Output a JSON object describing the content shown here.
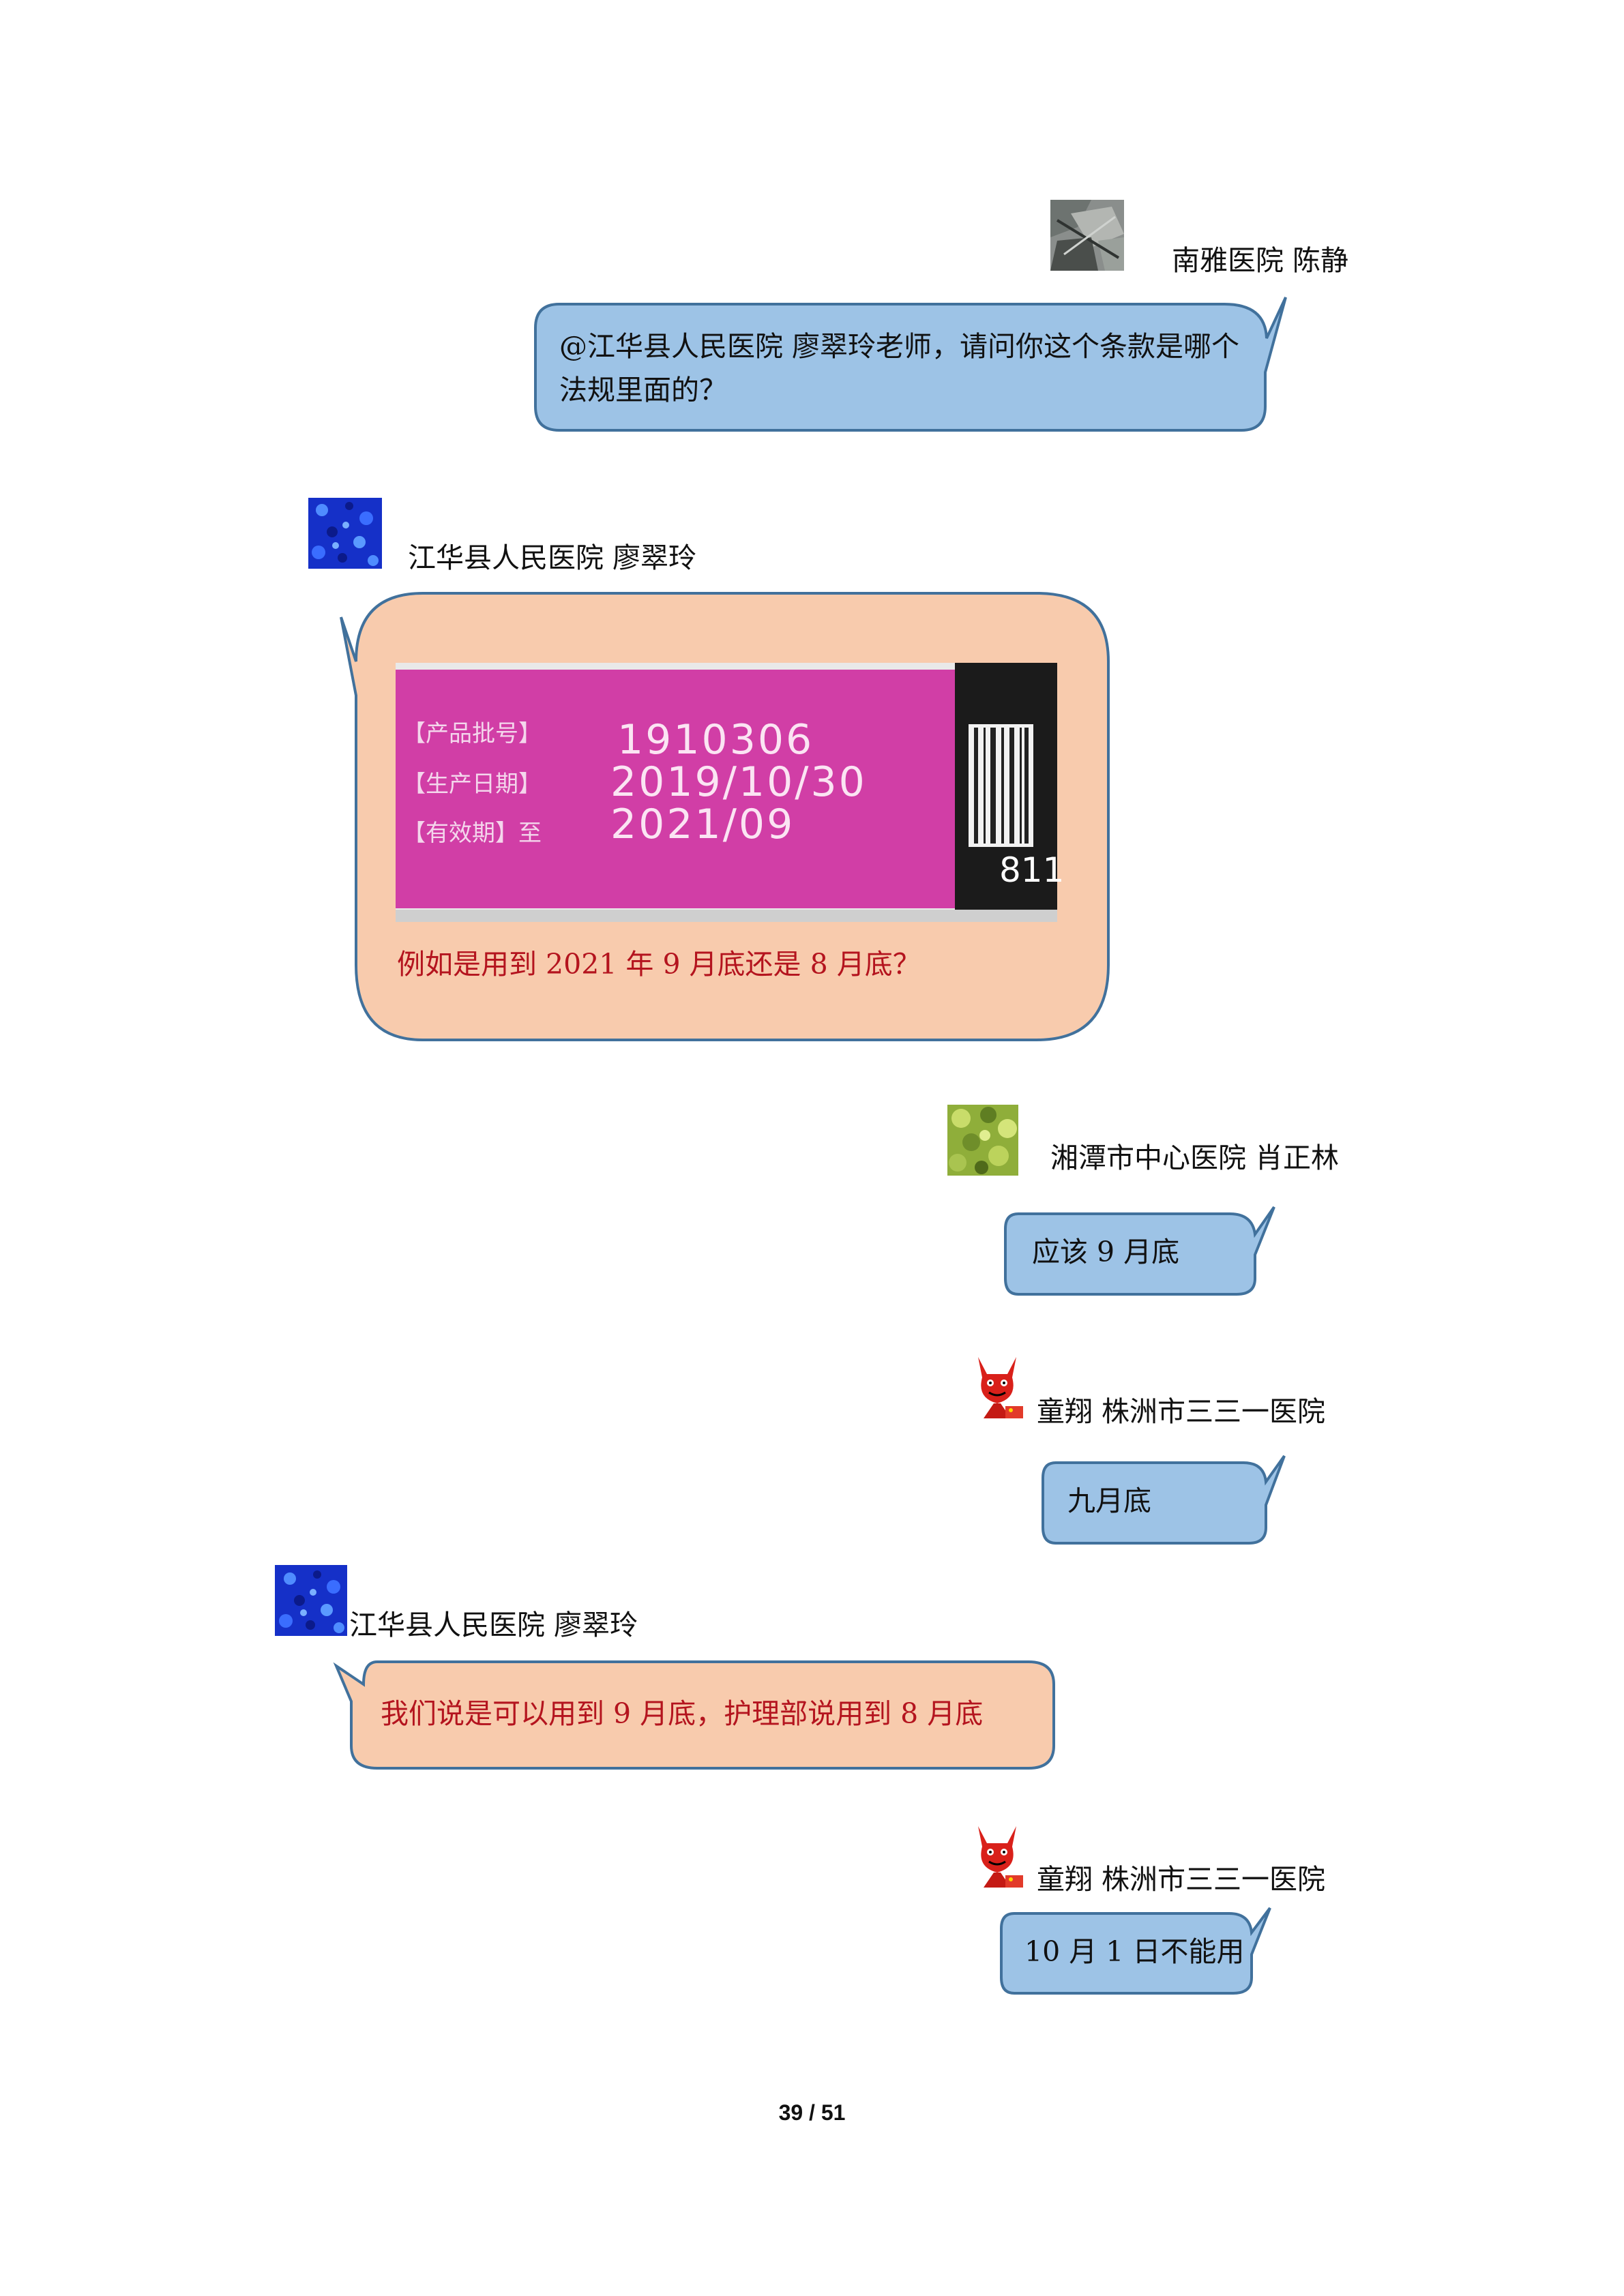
{
  "messages": [
    {
      "sender": "南雅医院  陈静",
      "avatar": "photo-avatar",
      "text": "@江华县人民医院  廖翠玲老师，请问你这个条款是哪个法规里面的？",
      "bubble_color": "#9dc3e6"
    },
    {
      "sender": "江华县人民医院  廖翠玲",
      "avatar": "blue-texture-avatar",
      "label_photo": {
        "rows": [
          {
            "key": "【产品批号】",
            "value": "1910306"
          },
          {
            "key": "【生产日期】",
            "value": "2019/10/30"
          },
          {
            "key": "【有效期】至",
            "value": "2021/09"
          }
        ],
        "barcode_digits": "811"
      },
      "text": "例如是用到 2021 年 9 月底还是 8 月底？",
      "bubble_color": "#f8cbad"
    },
    {
      "sender": "湘潭市中心医院  肖正林",
      "avatar": "green-leaf-avatar",
      "text": "应该 9 月底",
      "bubble_color": "#9dc3e6"
    },
    {
      "sender": "童翔  株洲市三三一医院",
      "avatar": "red-devil-avatar",
      "text": "九月底",
      "bubble_color": "#9dc3e6"
    },
    {
      "sender": "江华县人民医院  廖翠玲",
      "avatar": "blue-texture-avatar",
      "text": "我们说是可以用到 9 月底，护理部说用到 8 月底",
      "bubble_color": "#f8cbad"
    },
    {
      "sender": "童翔  株洲市三三一医院",
      "avatar": "red-devil-avatar",
      "text": "10 月 1 日不能用",
      "bubble_color": "#9dc3e6"
    }
  ],
  "page_number": "39  /  51"
}
